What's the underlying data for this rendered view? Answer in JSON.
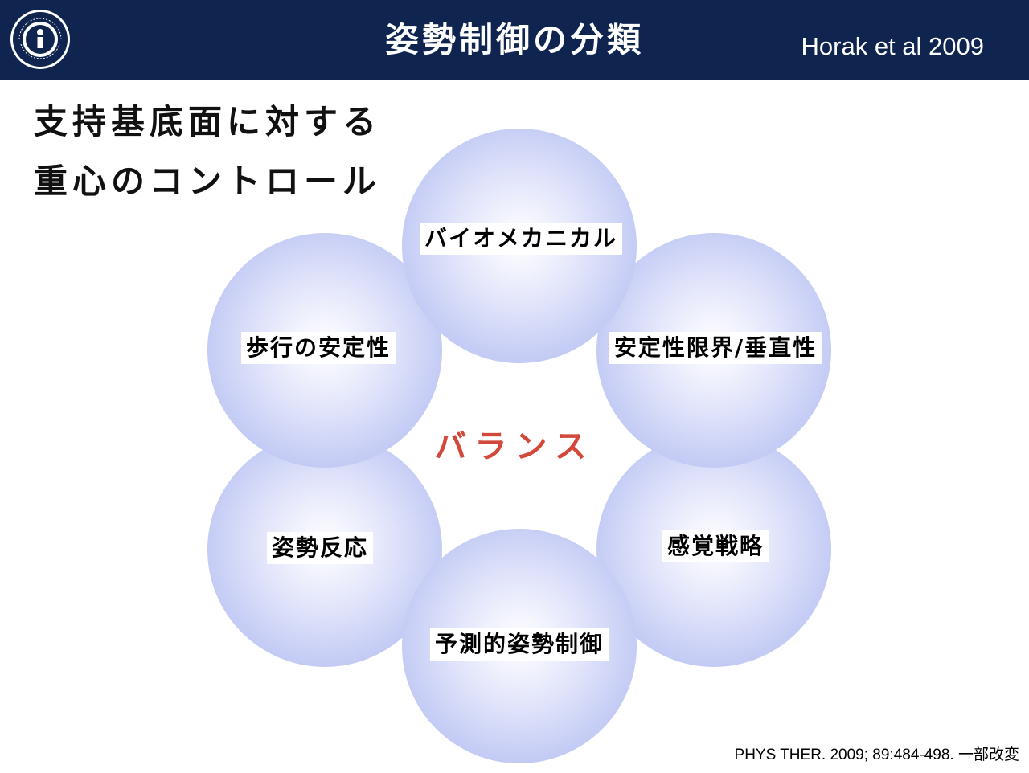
{
  "header": {
    "title": "姿勢制御の分類",
    "citation": "Horak et al 2009",
    "logo_icon": "institute-seal-icon",
    "background": "#0f2550"
  },
  "subtitle": {
    "line1": "支持基底面に対する",
    "line2": "重心のコントロール"
  },
  "diagram": {
    "center": "バランス",
    "center_color": "#d2483a",
    "nodes": [
      {
        "label": "バイオメカニカル"
      },
      {
        "label": "安定性限界/垂直性"
      },
      {
        "label": "感覚戦略"
      },
      {
        "label": "予測的姿勢制御"
      },
      {
        "label": "姿勢反応"
      },
      {
        "label": "歩行の安定性"
      }
    ]
  },
  "footer": {
    "reference": "PHYS THER. 2009; 89:484-498. 一部改変"
  }
}
